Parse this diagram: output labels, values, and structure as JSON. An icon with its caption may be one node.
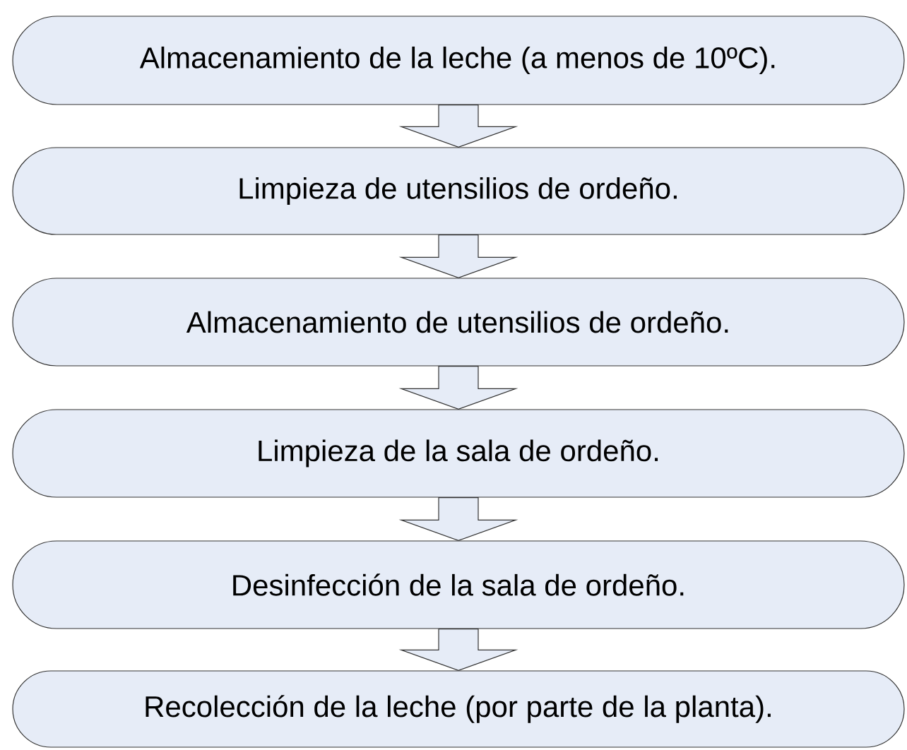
{
  "diagram": {
    "nodes": [
      {
        "text": [
          "Almacenamiento de la leche (a menos de 10ºC)."
        ]
      },
      {
        "text": [
          "Limpieza de utensilios de ordeño."
        ]
      },
      {
        "text": [
          "Almacenamiento de utensilios de ordeño."
        ]
      },
      {
        "text": [
          "Limpieza de la sala de ordeño."
        ]
      },
      {
        "text": [
          "Desinfección de la sala de ordeño."
        ]
      },
      {
        "text": [
          "Recolección de la leche (por parte de la planta)."
        ]
      }
    ],
    "edges": [
      {
        "from": 0,
        "to": 1,
        "arrow": "to"
      },
      {
        "from": 1,
        "to": 2,
        "arrow": "to"
      },
      {
        "from": 2,
        "to": 3,
        "arrow": "to"
      },
      {
        "from": 3,
        "to": 4,
        "arrow": "to"
      },
      {
        "from": 4,
        "to": 5,
        "arrow": "to"
      }
    ]
  }
}
